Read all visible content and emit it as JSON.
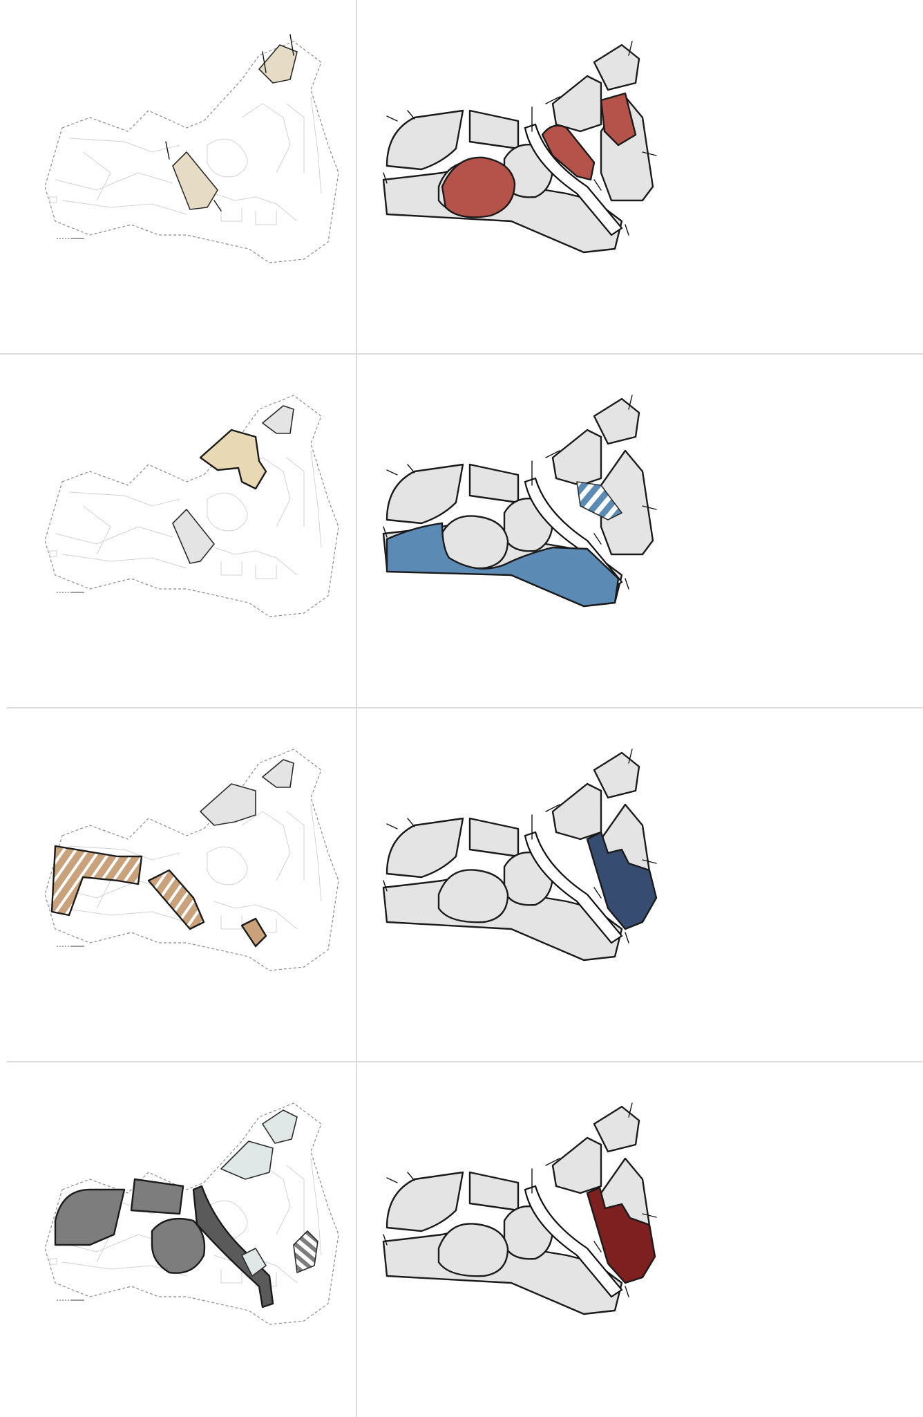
{
  "sheet": {
    "panel_count": 8,
    "columns": 2,
    "rows": 4
  },
  "panels": [
    {
      "id": "r1-left",
      "style": "linework",
      "highlight_color": "#e6dcc6",
      "highlight_pattern": "solid"
    },
    {
      "id": "r1-right",
      "style": "blocks",
      "highlight_color": "#b5534b",
      "highlight_pattern": "solid"
    },
    {
      "id": "r2-left",
      "style": "linework",
      "highlight_color": "#e8d9b4",
      "highlight_pattern": "solid"
    },
    {
      "id": "r2-right",
      "style": "blocks",
      "highlight_color": "#5b8bb5",
      "highlight_pattern": "solid-and-hatch"
    },
    {
      "id": "r3-left",
      "style": "linework",
      "highlight_color": "#c9a27c",
      "highlight_pattern": "hatch"
    },
    {
      "id": "r3-right",
      "style": "blocks",
      "highlight_color": "#364c70",
      "highlight_pattern": "solid"
    },
    {
      "id": "r4-left",
      "style": "linework",
      "highlight_color": "#7d7d7d",
      "highlight_pattern": "solid"
    },
    {
      "id": "r4-right",
      "style": "blocks",
      "highlight_color": "#7e2020",
      "highlight_pattern": "solid"
    }
  ],
  "colors": {
    "background": "#ffffff",
    "block_grey": "#e4e4e4",
    "divider": "#c8c8c8",
    "outline": "#8a8a8a"
  }
}
